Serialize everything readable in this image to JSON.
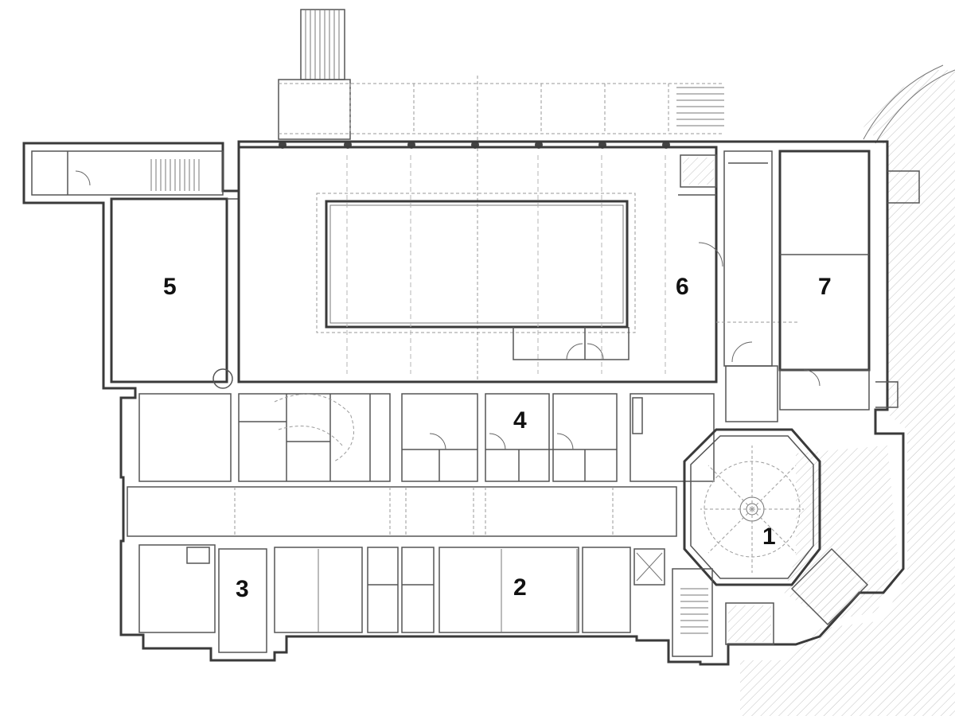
{
  "rooms": [
    {
      "id": "r1",
      "label": "1"
    },
    {
      "id": "r2",
      "label": "2"
    },
    {
      "id": "r3",
      "label": "3"
    },
    {
      "id": "r4",
      "label": "4"
    },
    {
      "id": "r5",
      "label": "5"
    },
    {
      "id": "r6",
      "label": "6"
    },
    {
      "id": "r7",
      "label": "7"
    }
  ]
}
